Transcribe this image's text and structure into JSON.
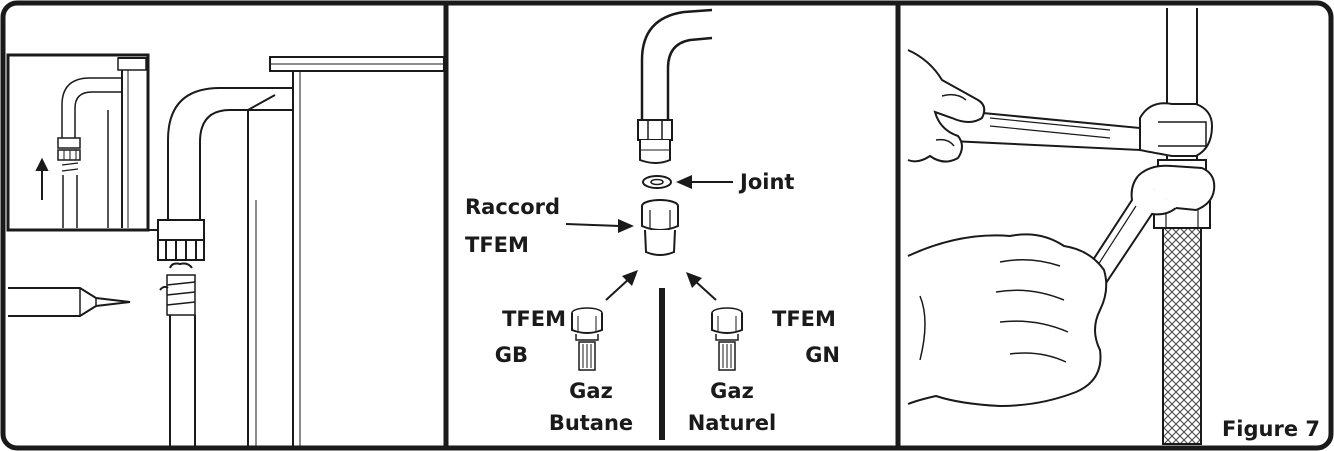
{
  "labels": {
    "joint": "Joint",
    "raccord_line1": "Raccord",
    "raccord_line2": "TFEM",
    "tfem_gb_line1": "TFEM",
    "tfem_gb_line2": "GB",
    "gaz_butane_line1": "Gaz",
    "gaz_butane_line2": "Butane",
    "tfem_gn_line1": "TFEM",
    "tfem_gn_line2": "GN",
    "gaz_naturel_line1": "Gaz",
    "gaz_naturel_line2": "Naturel",
    "figure": "Figure 7"
  },
  "colors": {
    "ink": "#1a1a1a",
    "background": "#ffffff"
  }
}
